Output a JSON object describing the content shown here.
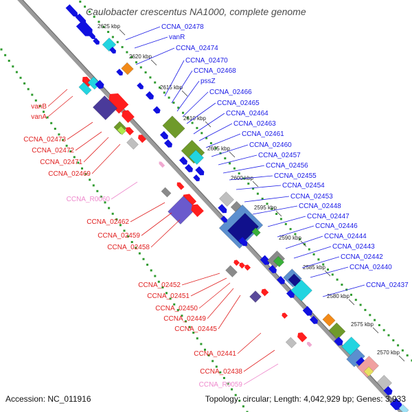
{
  "title": "Caulobacter crescentus NA1000, complete genome",
  "footer": {
    "accession": "Accession: NC_011916",
    "topology": "Topology: circular; Length: 4,042,929 bp; Genes: 3,933"
  },
  "colors": {
    "backbone": "#8a8a8a",
    "dots": "#2e9b2e",
    "label_forward": "#1a1ae6",
    "label_reverse": "#e02020",
    "label_rna": "#ee88cc"
  },
  "kbp_ticks": [
    "2625 kbp",
    "2620 kbp",
    "2615 kbp",
    "2610 kbp",
    "2605 kbp",
    "2600 kbp",
    "2595 kbp",
    "2590 kbp",
    "2585 kbp",
    "2580 kbp",
    "2575 kbp",
    "2570 kbp"
  ],
  "forward_labels": [
    "CCNA_02478",
    "vanR",
    "CCNA_02474",
    "CCNA_02470",
    "CCNA_02468",
    "pssZ",
    "CCNA_02466",
    "CCNA_02465",
    "CCNA_02464",
    "CCNA_02463",
    "CCNA_02461",
    "CCNA_02460",
    "CCNA_02457",
    "CCNA_02456",
    "CCNA_02455",
    "CCNA_02454",
    "CCNA_02453",
    "CCNA_02448",
    "CCNA_02447",
    "CCNA_02446",
    "CCNA_02444",
    "CCNA_02443",
    "CCNA_02442",
    "CCNA_02440",
    "CCNA_02437"
  ],
  "reverse_labels": [
    "vanB",
    "vanA",
    "CCNA_02473",
    "CCNA_02472",
    "CCNA_02471",
    "CCNA_02469",
    "CCNA_R0060",
    "CCNA_02462",
    "CCNA_02459",
    "CCNA_02458",
    "CCNA_02452",
    "CCNA_02451",
    "CCNA_02450",
    "CCNA_02449",
    "CCNA_02445",
    "CCNA_02441",
    "CCNA_02438",
    "CCNA_R0059"
  ],
  "rna_labels": [
    "CCNA_R0060",
    "CCNA_R0059"
  ]
}
